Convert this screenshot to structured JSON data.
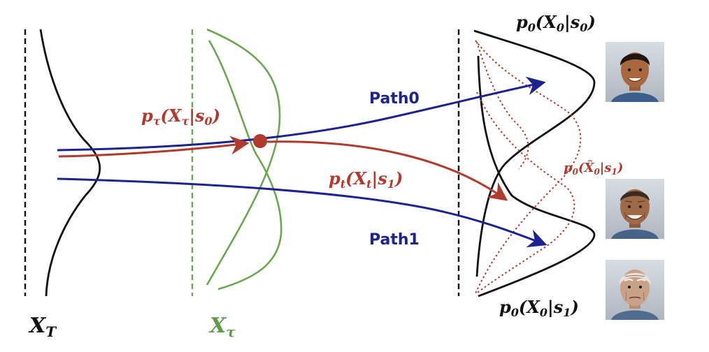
{
  "labels": {
    "x_T": "X",
    "x_T_sub": "T",
    "x_tau": "X",
    "x_tau_sub": "τ",
    "path0": "Path0",
    "path1": "Path1",
    "p_tau_s0": "p",
    "p_tau_s0_sub": "τ",
    "p_tau_s0_args": "(X",
    "p_tau_s0_args_sub": "τ",
    "p_tau_s0_cond": "|s",
    "p_tau_s0_cond_sub": "0",
    "p_tau_s0_close": ")",
    "p_t_s1": "p",
    "p_t_s1_sub": "t",
    "p_t_s1_args": "(X",
    "p_t_s1_args_sub": "t",
    "p_t_s1_cond": "|s",
    "p_t_s1_cond_sub": "1",
    "p_t_s1_close": ")",
    "p0_s0": "p",
    "p0_s0_sub": "0",
    "p0_s0_args": "(X",
    "p0_s0_args_sub": "0",
    "p0_s0_cond": "|s",
    "p0_s0_cond_sub": "0",
    "p0_s0_close": ")",
    "p0_s1": "p",
    "p0_s1_sub": "0",
    "p0_s1_args": "(X",
    "p0_s1_args_sub": "0",
    "p0_s1_cond": "|s",
    "p0_s1_cond_sub": "1",
    "p0_s1_close": ")",
    "p0hat_s1": "p",
    "p0hat_s1_sub": "0",
    "p0hat_s1_args": "(X̂",
    "p0hat_s1_args_sub": "0",
    "p0hat_s1_cond": "|s",
    "p0hat_s1_cond_sub": "1",
    "p0hat_s1_close": ")"
  },
  "colors": {
    "black": "#111111",
    "green": "#6aa84f",
    "blue": "#1c2390",
    "red": "#b03a2e"
  },
  "portraits": [
    {
      "name": "young-face",
      "skin": "#a8673f",
      "hair": "#1f140e",
      "shirt": "#3b5f8a"
    },
    {
      "name": "middle-age-face",
      "skin": "#a06a48",
      "hair": "#3a2a20",
      "shirt": "#46648a"
    },
    {
      "name": "elderly-face",
      "skin": "#c9a189",
      "hair": "#e6e2dc",
      "shirt": "#4f6b8f"
    }
  ]
}
